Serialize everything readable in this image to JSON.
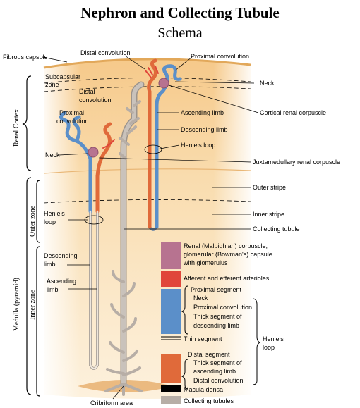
{
  "title": "Nephron and Collecting Tubule",
  "subtitle": "Schema",
  "side_labels": {
    "cortex": "Renal Cortex",
    "medulla": "Medulla (pyramid)",
    "outer_zone": "Outer zone",
    "inner_zone": "Inner zone"
  },
  "labels": {
    "fibrous_capsule": "Fibrous capsule",
    "subcapsular_1": "Subcapsular",
    "subcapsular_2": "zone",
    "distal_top": "Distal convolution",
    "proximal_top": "Proximal convolution",
    "neck_right": "Neck",
    "distal_left_1": "Distal",
    "distal_left_2": "convolution",
    "proximal_left_1": "Proximal",
    "proximal_left_2": "convolution",
    "ascending_limb_r": "Ascending limb",
    "descending_limb_r": "Descending limb",
    "henles_loop_r": "Henle's loop",
    "cortical_corpuscle": "Cortical renal corpuscle",
    "neck_left": "Neck",
    "juxta_corpuscle": "Juxtamedullary renal corpuscle",
    "outer_stripe": "Outer stripe",
    "inner_stripe": "Inner stripe",
    "collecting_tubule": "Collecting tubule",
    "henles_loop_l_1": "Henle's",
    "henles_loop_l_2": "loop",
    "descending_l_1": "Descending",
    "descending_l_2": "limb",
    "ascending_l_1": "Ascending",
    "ascending_l_2": "limb",
    "cribriform": "Cribriform area"
  },
  "legend": {
    "corpuscle_1": "Renal (Malpighian) corpuscle;",
    "corpuscle_2": "glomerular (Bowman's) capsule",
    "corpuscle_3": "with glomerulus",
    "arterioles": "Afferent and efferent arterioles",
    "proximal_segment": "Proximal segment",
    "prox_neck": "Neck",
    "prox_convolution": "Proximal convolution",
    "thick_desc_1": "Thick segment of",
    "thick_desc_2": "descending limb",
    "thin_segment": "Thin segment",
    "henles_loop_1": "Henle's",
    "henles_loop_2": "loop",
    "distal_segment": "Distal segment",
    "thick_asc_1": "Thick segment of",
    "thick_asc_2": "ascending limb",
    "distal_convolution": "Distal convolution",
    "macula_densa": "Macula densa",
    "collecting_tubules": "Collecting tubules"
  },
  "colors": {
    "cortex": "#f8d9a0",
    "medulla": "#fbe6c0",
    "corpuscle": "#b77390",
    "arteriole": "#e0463a",
    "proximal": "#5b8fc9",
    "distal": "#e06a3a",
    "collecting": "#b7aea6",
    "macula": "#000000"
  }
}
